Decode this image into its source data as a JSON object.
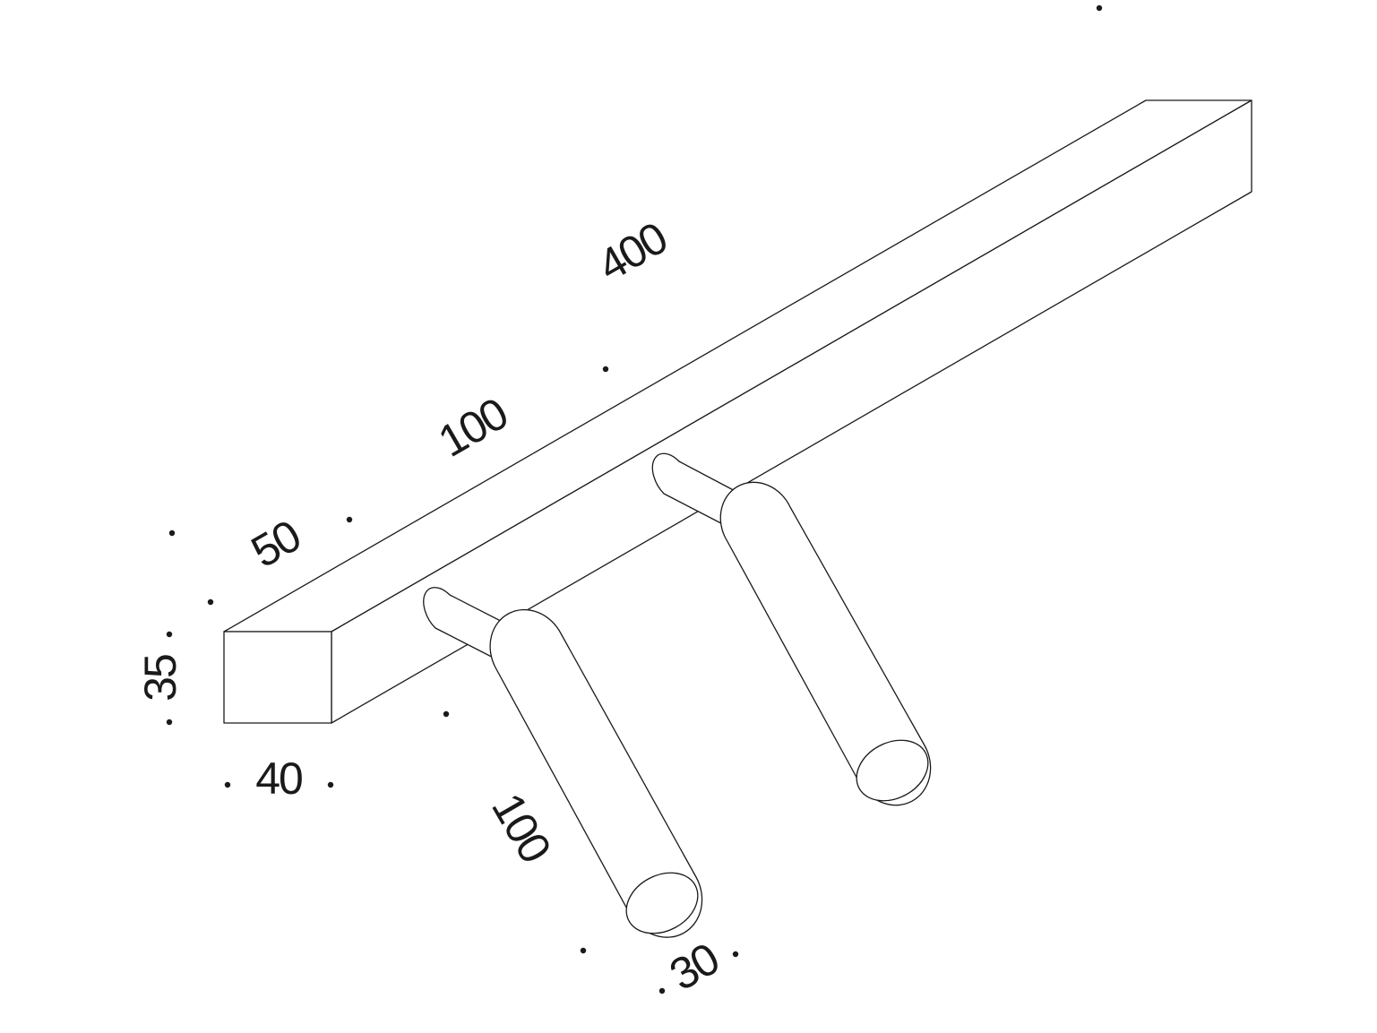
{
  "drawing": {
    "subject": "track-rail-with-two-spotlights",
    "line_color": "#1a1a1a",
    "background_color": "#ffffff"
  },
  "dimensions": {
    "rail_length": "400",
    "spotlight_spacing": "100",
    "end_offset": "50",
    "rail_height": "35",
    "rail_width": "40",
    "spotlight_length": "100",
    "spotlight_diameter": "30"
  }
}
